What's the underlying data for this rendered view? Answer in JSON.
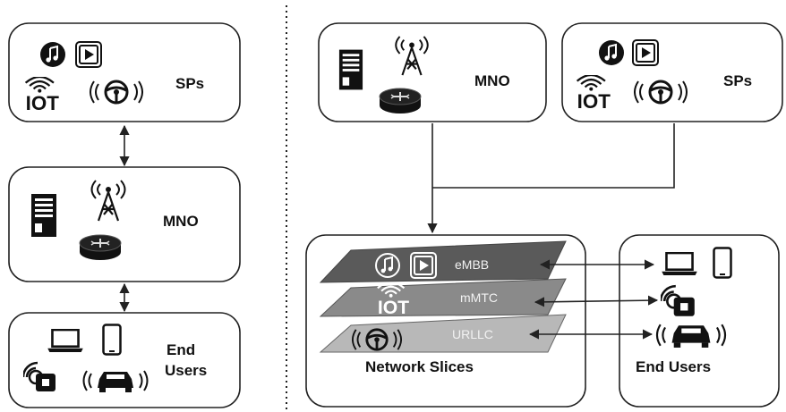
{
  "left_panel": {
    "sps_label": "SPs",
    "mno_label": "MNO",
    "end_users_label_line1": "End",
    "end_users_label_line2": "Users"
  },
  "right_panel": {
    "mno_label": "MNO",
    "sps_label": "SPs",
    "network_slices_label": "Network Slices",
    "end_users_label": "End Users",
    "slices": [
      {
        "label": "eMBB",
        "color": "#5a5a5a"
      },
      {
        "label": "mMTC",
        "color": "#8a8a8a"
      },
      {
        "label": "URLLC",
        "color": "#b8b8b8"
      }
    ]
  },
  "icons": {
    "music": "music-note-icon",
    "video": "video-play-icon",
    "iot": "iot-icon",
    "vehicle": "connected-car-icon",
    "server": "server-icon",
    "tower": "cell-tower-icon",
    "router": "router-icon",
    "laptop": "laptop-icon",
    "phone": "smartphone-icon",
    "sensor": "sensor-icon"
  }
}
